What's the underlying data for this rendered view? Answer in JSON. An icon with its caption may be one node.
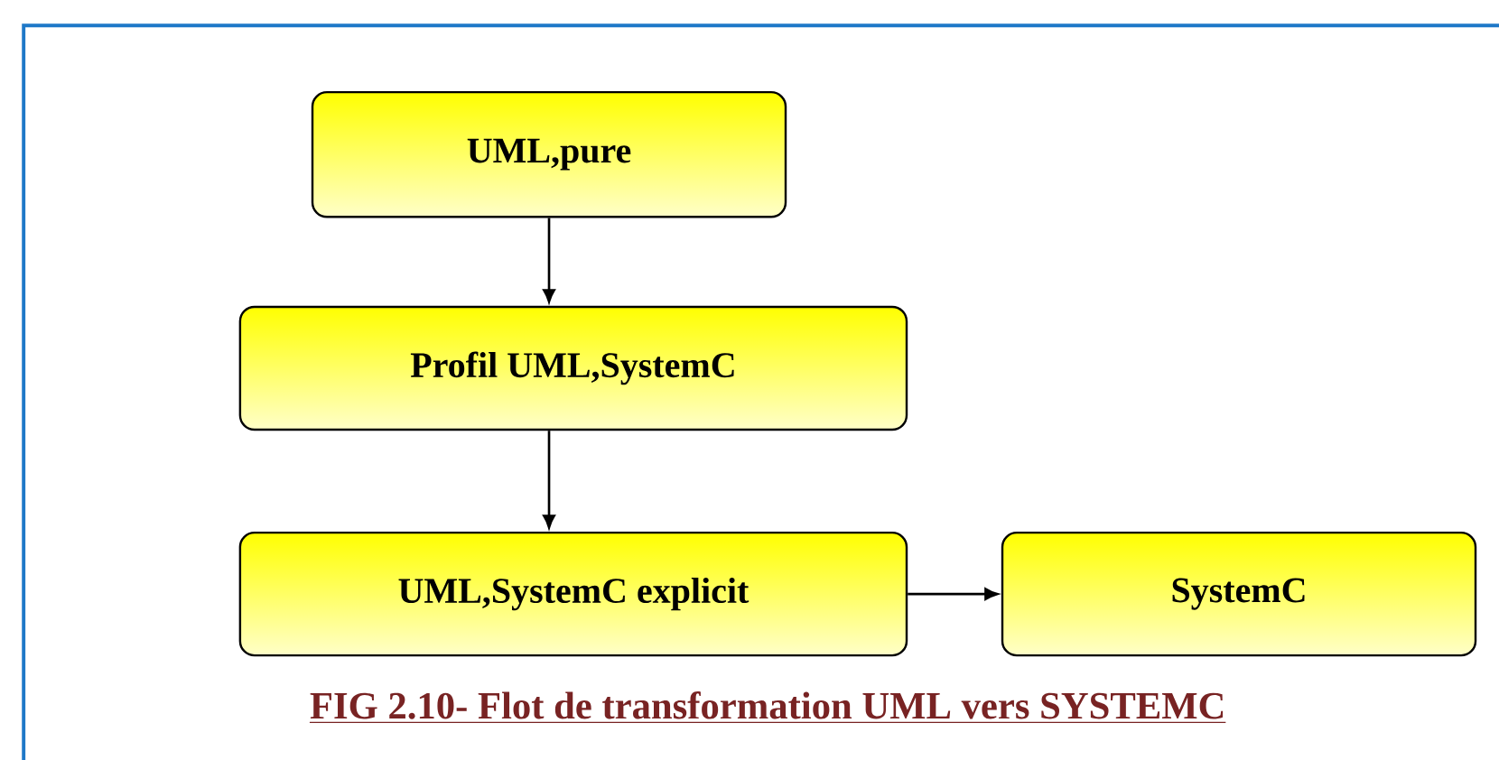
{
  "diagram": {
    "caption": "FIG 2.10- Flot de transformation UML vers SYSTEMC",
    "nodes": [
      {
        "text": [
          "UML,pure"
        ]
      },
      {
        "text": [
          "Profil UML,SystemC"
        ]
      },
      {
        "text": [
          "UML,SystemC explicit"
        ]
      },
      {
        "text": [
          "SystemC"
        ]
      }
    ],
    "edges": [
      {
        "from": 0,
        "to": 1,
        "arrow": "to"
      },
      {
        "from": 1,
        "to": 2,
        "arrow": "to"
      },
      {
        "from": 2,
        "to": 3,
        "arrow": "to"
      }
    ]
  }
}
